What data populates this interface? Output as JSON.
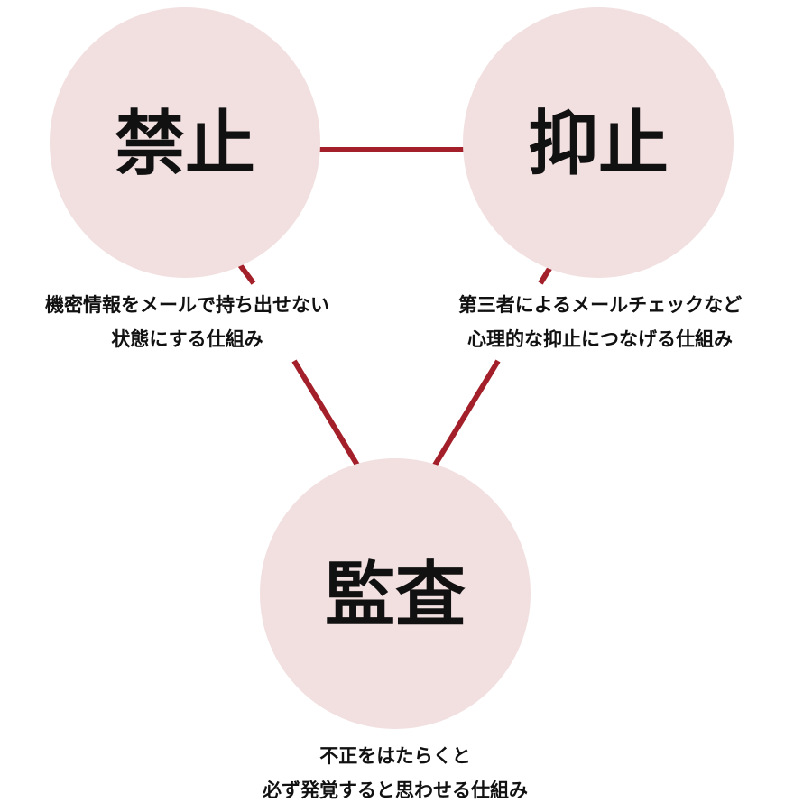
{
  "colors": {
    "circle": "#f2dfe0",
    "line": "#a3202a",
    "text": "#111111"
  },
  "nodes": [
    {
      "title": "禁止",
      "desc_lines": [
        "機密情報をメールで持ち出せない",
        "状態にする仕組み"
      ]
    },
    {
      "title": "抑止",
      "desc_lines": [
        "第三者によるメールチェックなど",
        "心理的な抑止につなげる仕組み"
      ]
    },
    {
      "title": "監査",
      "desc_lines": [
        "不正をはたらくと",
        "必ず発覚すると思わせる仕組み"
      ]
    }
  ]
}
